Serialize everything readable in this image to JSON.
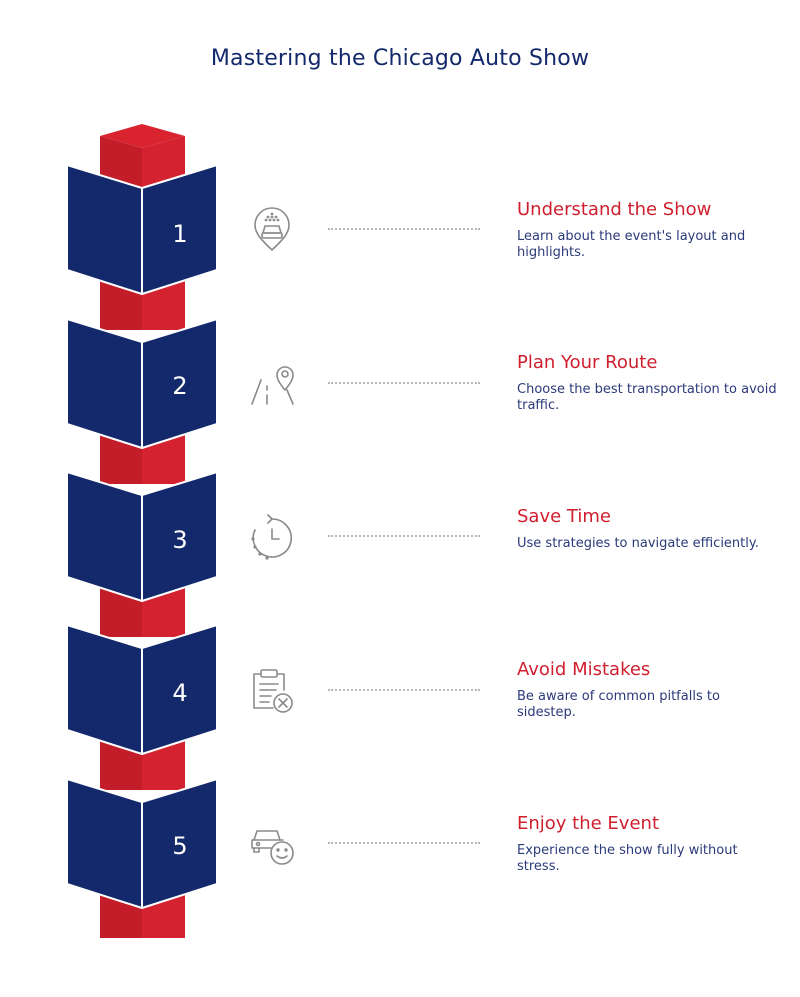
{
  "title": "Mastering the Chicago Auto Show",
  "colors": {
    "navy": "#14296b",
    "red": "#cf1f2e",
    "icon_gray": "#8a8a8a",
    "connector": "#b8b8b8"
  },
  "steps": [
    {
      "number": "1",
      "title": "Understand the Show",
      "description": "Learn about the event's layout and highlights.",
      "icon": "car-location-pin-icon"
    },
    {
      "number": "2",
      "title": "Plan Your Route",
      "description": "Choose the best transportation to avoid traffic.",
      "icon": "road-pin-icon"
    },
    {
      "number": "3",
      "title": "Save Time",
      "description": "Use strategies to navigate efficiently.",
      "icon": "clock-refresh-icon"
    },
    {
      "number": "4",
      "title": "Avoid Mistakes",
      "description": "Be aware of common pitfalls to sidestep.",
      "icon": "clipboard-x-icon"
    },
    {
      "number": "5",
      "title": "Enjoy the Event",
      "description": "Experience the show fully without stress.",
      "icon": "car-smile-icon"
    }
  ]
}
